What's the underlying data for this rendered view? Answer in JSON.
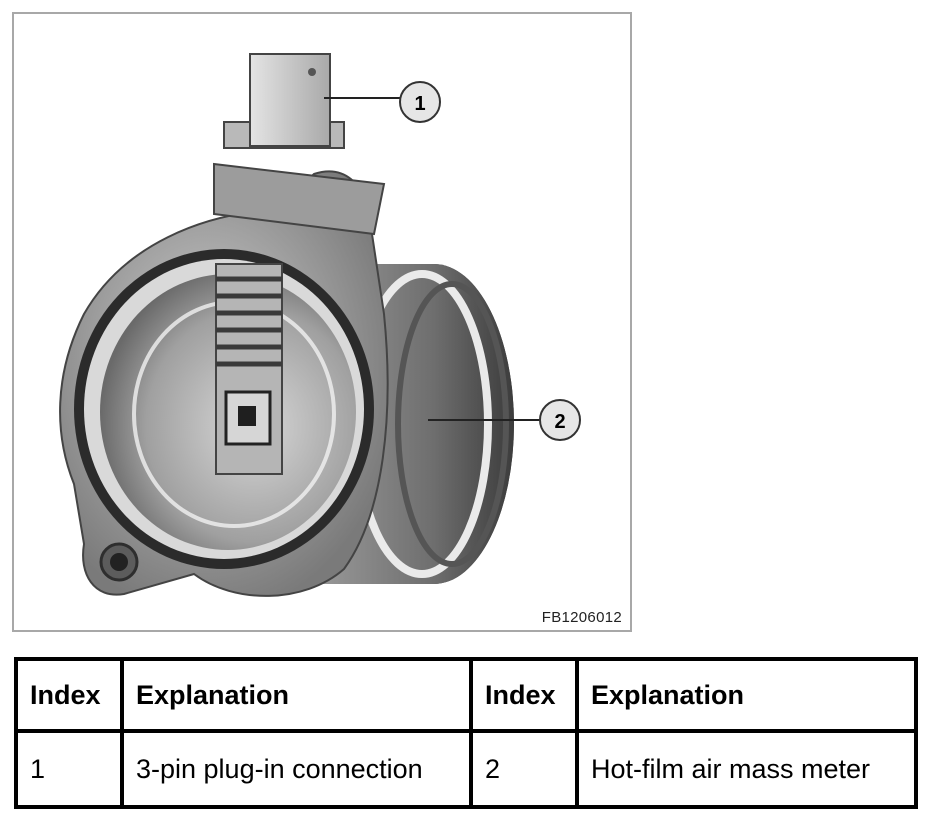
{
  "figure": {
    "figure_id": "FB1206012",
    "callouts": [
      "1",
      "2"
    ]
  },
  "legend_table": {
    "headers": [
      "Index",
      "Explanation",
      "Index",
      "Explanation"
    ],
    "rows": [
      [
        "1",
        "3-pin plug-in connection",
        "2",
        "Hot-film air mass meter"
      ]
    ]
  }
}
